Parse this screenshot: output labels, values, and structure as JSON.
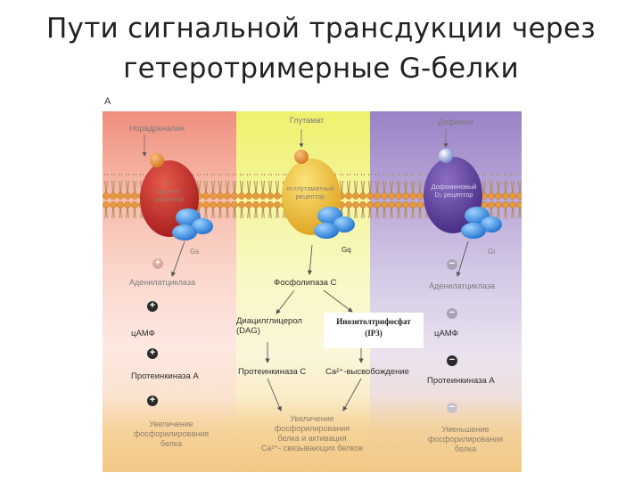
{
  "slide": {
    "title_line1": "Пути сигнальной трансдукции через",
    "title_line2": "гетеротримерные G-белки"
  },
  "figure": {
    "panel_letter": "A",
    "colors": {
      "red_pathway": "#ef8e7d",
      "yellow_pathway": "#eef16c",
      "purple_pathway": "#9b82c6",
      "g_protein": "#3a8fe0"
    },
    "left": {
      "ligand": "Норадреналин",
      "receptor_lines": [
        "β -",
        "адрено-",
        "рецептор"
      ],
      "g_protein": "Gs",
      "sign1": "+",
      "enzyme": "Аденилатциклаза",
      "sign2": "+",
      "messenger": "цАМФ",
      "sign3": "+",
      "kinase": "Протеинкиназа А",
      "sign4": "+",
      "outcome_lines": [
        "Увеличение",
        "фосфорилирования",
        "белка"
      ]
    },
    "middle": {
      "ligand": "Глутамат",
      "receptor_lines": [
        "m-глутаматный",
        "рецептор"
      ],
      "g_protein": "Gq",
      "enzyme": "Фосфолипаза С",
      "dag_line1": "Диацилглицерол",
      "dag_line2": "(DAG)",
      "ip3_line1": "Инозитолтрифосфат",
      "ip3_line2": "(IP3)",
      "kinase": "Протеинкиназа С",
      "calcium": "Ca²⁺-высвобождение",
      "outcome_lines": [
        "Увеличение",
        "фосфорилирования",
        "белка и активация",
        "Ca²⁺- связывающих белков"
      ]
    },
    "right": {
      "ligand": "Дофамин",
      "receptor_lines": [
        "Дофаминовый",
        "D₂ рецептор"
      ],
      "g_protein": "Gi",
      "sign1": "−",
      "enzyme": "Аденилатциклаза",
      "sign2": "−",
      "messenger": "цАМФ",
      "sign3": "−",
      "kinase": "Протеинкиназа А",
      "sign4": "−",
      "outcome_lines": [
        "Уменьшение",
        "фосфорилирования",
        "белка"
      ]
    }
  }
}
